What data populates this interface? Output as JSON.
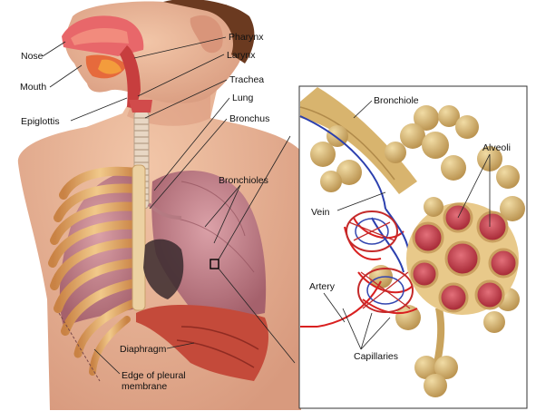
{
  "labels": {
    "nose": "Nose",
    "mouth": "Mouth",
    "epiglottis": "Epiglottis",
    "pharynx": "Pharynx",
    "larynx": "Larynx",
    "trachea": "Trachea",
    "lung": "Lung",
    "bronchus": "Bronchus",
    "bronchioles": "Bronchioles",
    "diaphragm": "Diaphragm",
    "pleural_edge": "Edge of pleural membrane",
    "bronchiole": "Bronchiole",
    "alveoli": "Alveoli",
    "vein": "Vein",
    "artery": "Artery",
    "capillaries": "Capillaries"
  },
  "colors": {
    "skin": "#e9b496",
    "skin_shadow": "#d9957a",
    "lung": "#c98a93",
    "rib": "#e8b26a",
    "diaphragm": "#c44a3a",
    "artery": "#d92020",
    "vein": "#2b3fae",
    "sac": "#d9b978",
    "alveolus": "#c8323f"
  }
}
